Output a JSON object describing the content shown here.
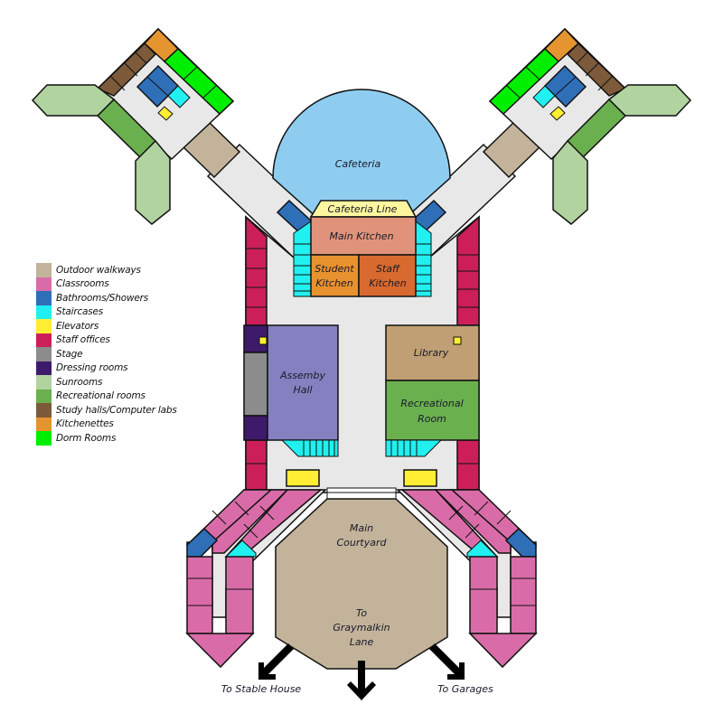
{
  "colors": {
    "outdoor_walkway": "#c2b39a",
    "classroom": "#d96ca8",
    "bathroom": "#2f6fb8",
    "staircase": "#20f0f0",
    "elevator": "#ffee33",
    "staff_office": "#cc1f5a",
    "stage": "#8c8c8c",
    "dressing_room": "#3e1a6a",
    "sunroom": "#b1d3a0",
    "recreational": "#6bb04f",
    "study_hall": "#7d5a3a",
    "kitchenette": "#e59530",
    "dorm": "#00ee00",
    "hallway": "#e8e8e8",
    "cafeteria": "#8ecdf0",
    "cafeteria_line": "#fff7a0",
    "main_kitchen": "#e0937a",
    "student_kitchen": "#e8922f",
    "staff_kitchen": "#d86a2f",
    "assembly": "#8580bf",
    "library": "#bf9f73",
    "courtyard": "#c2b39a"
  },
  "rooms": {
    "cafeteria": "Cafeteria",
    "cafeteria_line": "Cafeteria Line",
    "main_kitchen": "Main Kitchen",
    "student_kitchen_1": "Student",
    "student_kitchen_2": "Kitchen",
    "staff_kitchen_1": "Staff",
    "staff_kitchen_2": "Kitchen",
    "assembly_1": "Assemby",
    "assembly_2": "Hall",
    "library": "Library",
    "recreational_1": "Recreational",
    "recreational_2": "Room",
    "courtyard_1": "Main",
    "courtyard_2": "Courtyard",
    "graymalkin_1": "To",
    "graymalkin_2": "Graymalkin",
    "graymalkin_3": "Lane"
  },
  "directions": {
    "stable": "To Stable House",
    "garages": "To Garages"
  },
  "legend": [
    {
      "label": "Outdoor walkways",
      "color": "#c2b39a"
    },
    {
      "label": "Classrooms",
      "color": "#d96ca8"
    },
    {
      "label": "Bathrooms/Showers",
      "color": "#2f6fb8"
    },
    {
      "label": "Staircases",
      "color": "#20f0f0"
    },
    {
      "label": "Elevators",
      "color": "#ffee33"
    },
    {
      "label": "Staff offices",
      "color": "#cc1f5a"
    },
    {
      "label": "Stage",
      "color": "#8c8c8c"
    },
    {
      "label": "Dressing rooms",
      "color": "#3e1a6a"
    },
    {
      "label": "Sunrooms",
      "color": "#b1d3a0"
    },
    {
      "label": "Recreational rooms",
      "color": "#6bb04f"
    },
    {
      "label": "Study halls/Computer labs",
      "color": "#7d5a3a"
    },
    {
      "label": "Kitchenettes",
      "color": "#e59530"
    },
    {
      "label": "Dorm Rooms",
      "color": "#00ee00"
    }
  ]
}
